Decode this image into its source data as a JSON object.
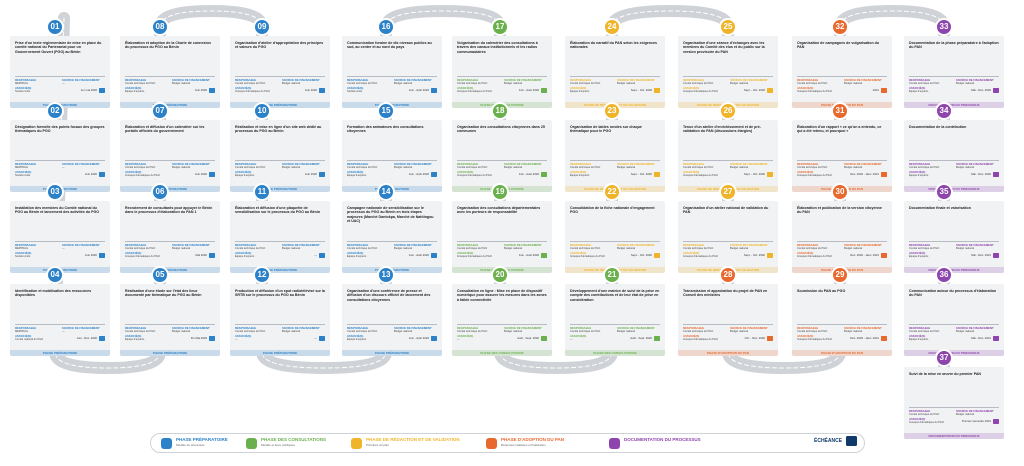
{
  "colors": {
    "road": "#cfd2d6",
    "road_dash": "#ffffff",
    "card": "#f1f2f4",
    "calendar": "#2c82c9"
  },
  "labels": {
    "responsable": "RESPONSABLE",
    "source": "SOURCE DE FINANCEMENT",
    "associes": "ASSOCIÉ(S)"
  },
  "phases": {
    "prep": {
      "label": "PHASE PRÉPARATOIRE",
      "sub": "Modèle du processus",
      "color": "#2c82c9"
    },
    "consult": {
      "label": "PHASE DES CONSULTATIONS",
      "sub": "Modèle et lieux publiques",
      "color": "#6ab04c"
    },
    "redac": {
      "label": "PHASE DE RÉDACTION ET DE VALIDATION",
      "sub": "Principes du plan",
      "color": "#f0b429"
    },
    "adopt": {
      "label": "PHASE D'ADOPTION DU PAN",
      "sub": "Réponses réalisées et finalisation",
      "color": "#e8692d"
    },
    "doc": {
      "label": "DOCUMENTATION DU PROCESSUS",
      "sub": "",
      "color": "#8e44ad"
    }
  },
  "echeance": "ÉCHÉANCE",
  "steps": [
    {
      "num": "01",
      "phase": "prep",
      "title": "Prise d'un texte réglementaire de mise en place du comité national du Partenariat pour un Gouvernement Ouvert (PGO) au Bénin",
      "resp": "MEPPDAG",
      "src": "—",
      "assoc": "Société civile",
      "date": "1er mai 2020"
    },
    {
      "num": "02",
      "phase": "prep",
      "title": "Désignation formelle des points focaux des groupes thématiques du PGO",
      "resp": "MEPPDAG",
      "src": "—",
      "assoc": "Société civile",
      "date": "Juin 2020"
    },
    {
      "num": "03",
      "phase": "prep",
      "title": "Installation des membres du Comité national du PGO au Bénin et lancement des activités du PGO",
      "resp": "MEPPDAG",
      "src": "—",
      "assoc": "Société civile",
      "date": "Juin 2020"
    },
    {
      "num": "04",
      "phase": "prep",
      "title": "Identification et mobilisation des ressources disponibles",
      "resp": "MEPPDAG",
      "src": "—",
      "assoc": "Comité national du PGO",
      "date": "Juin - Déc. 2020"
    },
    {
      "num": "05",
      "phase": "prep",
      "title": "Réalisation d'une étude sur l'état des lieux documenté par thématique du PGO au Bénin",
      "resp": "Comité technique du PGO",
      "src": "Budget national",
      "assoc": "Équipe d'experts",
      "date": "Fin Mai 2020"
    },
    {
      "num": "06",
      "phase": "prep",
      "title": "Recrutement de consultants pour appuyer le Bénin dans le processus d'élaboration du PAN 1",
      "resp": "Comité technique du PGO",
      "src": "Budget national",
      "assoc": "Groupes thématiques du PGO",
      "date": "Mai 2020"
    },
    {
      "num": "07",
      "phase": "prep",
      "title": "Élaboration et diffusion d'un calendrier sur les portails officiels du gouvernement",
      "resp": "Comité technique du PGO",
      "src": "Budget national",
      "assoc": "Groupes thématiques du PGO",
      "date": "Juin 2020"
    },
    {
      "num": "08",
      "phase": "prep",
      "title": "Élaboration et adoption de la Charte de connexion du processus du PGO au Bénin",
      "resp": "Comité technique du PGO",
      "src": "Budget national",
      "assoc": "Équipe d'experts",
      "date": "Juin 2020"
    },
    {
      "num": "09",
      "phase": "prep",
      "title": "Organisation d'atelier d'appropriation des principes et valeurs du PGO",
      "resp": "Comité technique du PGO",
      "src": "Budget national",
      "assoc": "Groupes thématiques du PGO",
      "date": "Juin 2020"
    },
    {
      "num": "10",
      "phase": "prep",
      "title": "Réalisation et mise en ligne d'un site web dédié au processus du PGO au Bénin",
      "resp": "Comité technique du PGO",
      "src": "Budget national",
      "assoc": "Équipe d'experts",
      "date": "Juin 2020"
    },
    {
      "num": "11",
      "phase": "prep",
      "title": "Élaboration et diffusion d'une plaquette de sensibilisation sur le processus du PGO au Bénin",
      "resp": "Comité technique du PGO",
      "src": "Budget national",
      "assoc": "Équipe d'experts",
      "date": "—"
    },
    {
      "num": "12",
      "phase": "prep",
      "title": "Production et diffusion d'un spot radiotélévisé sur la SRTB sur le processus du PGO au Bénin",
      "resp": "Comité technique du PGO",
      "src": "Budget national",
      "assoc": "—",
      "date": "—"
    },
    {
      "num": "13",
      "phase": "prep",
      "title": "Organisation d'une conférence de presse et diffusion d'un discours officiel de lancement des consultations citoyennes",
      "resp": "Comité technique du PGO",
      "src": "Budget national",
      "assoc": "Équipe d'experts",
      "date": "Juin - Août 2020"
    },
    {
      "num": "14",
      "phase": "prep",
      "title": "Campagne nationale de sensibilisation sur le processus du PGO au Bénin en trois étapes majeures (Marché Dantokpa, Marché de Natitingou et UAC)",
      "resp": "Comité technique du PGO",
      "src": "Budget national",
      "assoc": "Équipe d'experts",
      "date": "Juin - Août 2020"
    },
    {
      "num": "15",
      "phase": "prep",
      "title": "Formation des animateurs des consultations citoyennes",
      "resp": "Comité technique du PGO",
      "src": "Budget national",
      "assoc": "Équipe d'experts",
      "date": "Juin - Août 2020"
    },
    {
      "num": "16",
      "phase": "prep",
      "title": "Communication foraine de dix niveaux publics au sud, au centre et au nord du pays",
      "resp": "Comité technique du PGO",
      "src": "Budget national",
      "assoc": "Société civile",
      "date": "Juin - Août 2020"
    },
    {
      "num": "17",
      "phase": "consult",
      "title": "Vulgarisation du calendrier des consultations à travers des canaux institutionnels et les radios communautaires",
      "resp": "Comité technique du PGO",
      "src": "Budget national",
      "assoc": "Groupes thématiques du PGO",
      "date": "Juin - Août 2020"
    },
    {
      "num": "18",
      "phase": "consult",
      "title": "Organisation des consultations citoyennes dans 25 communes",
      "resp": "Comité technique du PGO",
      "src": "Budget national",
      "assoc": "Groupes thématiques du PGO",
      "date": "Juin - Août 2020"
    },
    {
      "num": "19",
      "phase": "consult",
      "title": "Organisation des consultations départementales avec les porteurs de responsabilité",
      "resp": "Comité technique du PGO",
      "src": "Budget national",
      "assoc": "Groupes thématiques du PGO",
      "date": "Juin - Août 2020"
    },
    {
      "num": "20",
      "phase": "consult",
      "title": "Consultation en ligne : Mise en place de dispositif numérique pour assurer les mesures dans les zones à faible connectivité",
      "resp": "Comité technique du PGO",
      "src": "Budget national",
      "assoc": "—",
      "date": "Août - Sept. 2020"
    },
    {
      "num": "21",
      "phase": "consult",
      "title": "Développement d'une matrice de suivi de la prise en compte des contributions et de leur état de prise en considération",
      "resp": "Comité technique du PGO",
      "src": "Budget national",
      "assoc": "—",
      "date": "Août - Sept. 2020"
    },
    {
      "num": "22",
      "phase": "redac",
      "title": "Consolidation de la fiche nationale d'engagement PGO",
      "resp": "Comité technique du PGO",
      "src": "Budget national",
      "assoc": "Groupes thématiques du PGO",
      "date": "Sept. - Oct. 2020"
    },
    {
      "num": "23",
      "phase": "redac",
      "title": "Organisation de tables rondes sur chaque thématique pour le PGO",
      "resp": "Comité technique du PGO",
      "src": "Budget national",
      "assoc": "Équipe d'experts",
      "date": "Sept. - Oct. 2020"
    },
    {
      "num": "24",
      "phase": "redac",
      "title": "Élaboration du narratif du PAN selon les exigences nationales",
      "resp": "Comité technique du PGO",
      "src": "Budget national",
      "assoc": "Équipe d'experts",
      "date": "Sept. - Oct. 2020"
    },
    {
      "num": "25",
      "phase": "redac",
      "title": "Organisation d'une séance d'échanges avec les membres du Comité des élus et du public sur la version provisoire du PAN",
      "resp": "Comité technique du PGO",
      "src": "Budget national",
      "assoc": "Groupes thématiques du PGO",
      "date": "Sept. - Oct. 2020"
    },
    {
      "num": "26",
      "phase": "redac",
      "title": "Tenue d'un atelier d'enrichissement et de pré-validation du PAN (discussions élargies)",
      "resp": "Comité technique du PGO",
      "src": "Budget national",
      "assoc": "Groupes thématiques du PGO",
      "date": "Sept. - Oct. 2020"
    },
    {
      "num": "27",
      "phase": "redac",
      "title": "Organisation d'un atelier national de validation du PAN",
      "resp": "Comité technique du PGO",
      "src": "Budget national",
      "assoc": "Groupes thématiques du PGO",
      "date": "Sept. - Oct. 2020"
    },
    {
      "num": "28",
      "phase": "adopt",
      "title": "Transmission et approbation du projet de PAN en Conseil des ministres",
      "resp": "Comité technique du PGO",
      "src": "Budget national",
      "assoc": "Groupes thématiques du PGO",
      "date": "Oct. - Déc. 2020"
    },
    {
      "num": "29",
      "phase": "adopt",
      "title": "Soumission du PAN au PGO",
      "resp": "Comité technique du PGO",
      "src": "Budget national",
      "assoc": "Groupes thématiques du PGO",
      "date": "Déc. 2020 - Janv. 2021"
    },
    {
      "num": "30",
      "phase": "adopt",
      "title": "Élaboration et publication de la version citoyenne du PAN",
      "resp": "Comité technique du PGO",
      "src": "Budget national",
      "assoc": "Groupes thématiques du PGO",
      "date": "Déc. 2020 - Janv. 2021"
    },
    {
      "num": "31",
      "phase": "adopt",
      "title": "Élaboration d'un rapport « ce qu'on a entendu, ce qui a été retenu, et pourquoi »",
      "resp": "Comité technique du PGO",
      "src": "Budget national",
      "assoc": "Groupes thématiques du PGO",
      "date": "Déc. 2020 - Janv. 2021"
    },
    {
      "num": "32",
      "phase": "adopt",
      "title": "Organisation de campagnes de vulgarisation du PAN",
      "resp": "Comité technique du PGO",
      "src": "Budget national",
      "assoc": "Groupes thématiques du PGO",
      "date": "2021"
    },
    {
      "num": "33",
      "phase": "doc",
      "title": "Documentation de la phase préparatoire à l'adoption du PAN",
      "resp": "Comité technique du PGO",
      "src": "Budget national",
      "assoc": "Équipe d'experts",
      "date": "Mai - Déc. 2020"
    },
    {
      "num": "34",
      "phase": "doc",
      "title": "Documentation de la contribution",
      "resp": "Comité technique du PGO",
      "src": "Budget national",
      "assoc": "Équipe d'experts",
      "date": "Mai - Déc. 2020"
    },
    {
      "num": "35",
      "phase": "doc",
      "title": "Documentation finale et valorisation",
      "resp": "Comité technique du PGO",
      "src": "Budget national",
      "assoc": "Équipe d'experts",
      "date": "Mai - Déc. 2021"
    },
    {
      "num": "36",
      "phase": "doc",
      "title": "Communication autour du processus d'élaboration du PAN",
      "resp": "Comité technique du PGO",
      "src": "Budget national",
      "assoc": "Équipe d'experts",
      "date": "Mai - Déc. 2021"
    },
    {
      "num": "37",
      "phase": "doc",
      "title": "Suivi de la mise en œuvre du premier PAN",
      "resp": "Comité technique du PGO",
      "src": "Budget national",
      "assoc": "Groupes thématiques du PGO",
      "date": "Premier semestre 2021"
    }
  ]
}
